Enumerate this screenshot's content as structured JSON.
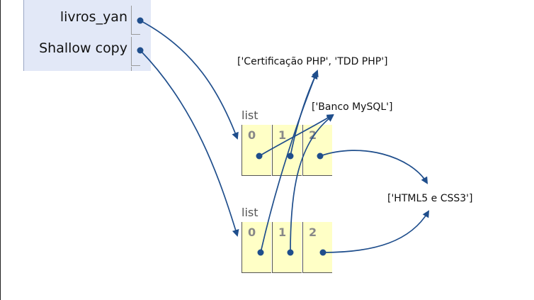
{
  "frame": {
    "variables": [
      {
        "name": "livros_yan"
      },
      {
        "name": "Shallow copy"
      }
    ]
  },
  "lists": [
    {
      "label": "list",
      "indices": [
        "0",
        "1",
        "2"
      ]
    },
    {
      "label": "list",
      "indices": [
        "0",
        "1",
        "2"
      ]
    }
  ],
  "objects": {
    "php_list": "['Certificação PHP', 'TDD PHP']",
    "mysql_list": "['Banco MySQL']",
    "html_list": "['HTML5 e CSS3']"
  },
  "colors": {
    "frame_bg": "#e2e8f7",
    "cell_bg": "#ffffc6",
    "arrow": "#1f4e8c"
  }
}
